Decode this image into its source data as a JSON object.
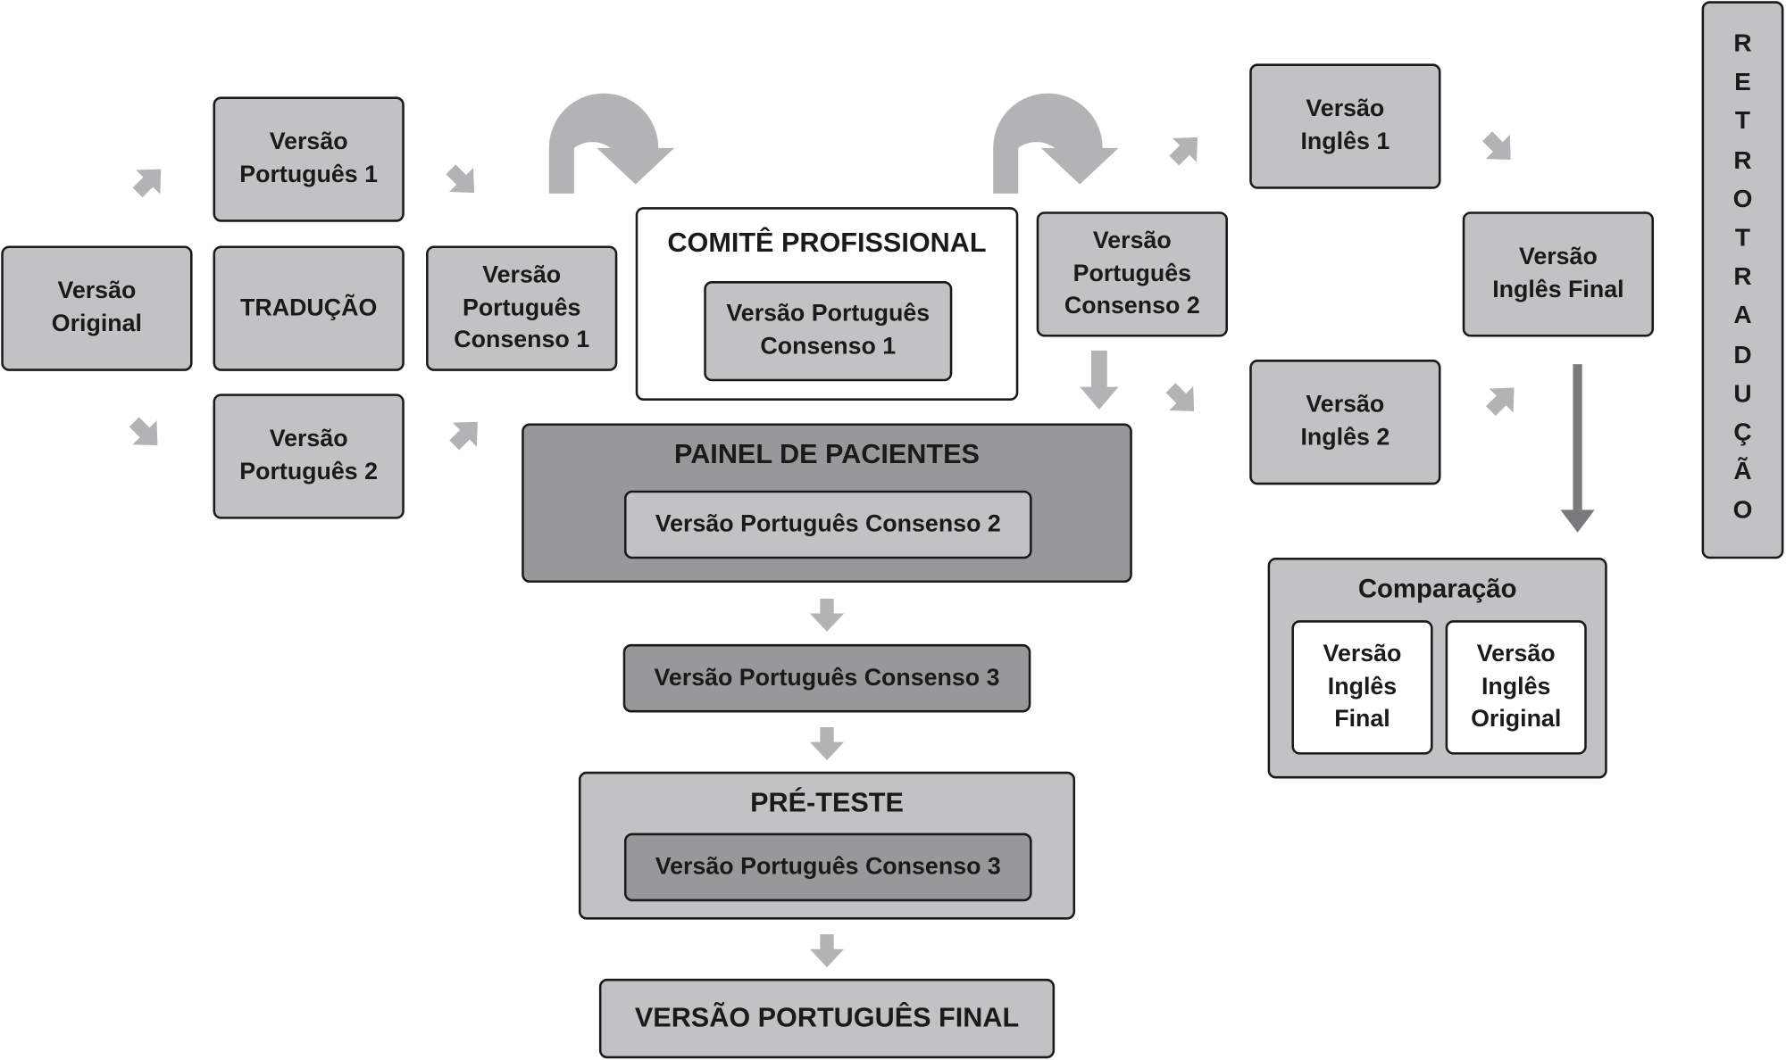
{
  "boxes": {
    "versao_original": "Versão\nOriginal",
    "traducao": "TRADUÇÃO",
    "versao_portugues_1": "Versão\nPortuguês 1",
    "versao_portugues_2": "Versão\nPortuguês 2",
    "versao_portugues_consenso_1": "Versão\nPortuguês\nConsenso 1",
    "versao_portugues_consenso_2": "Versão\nPortuguês\nConsenso 2",
    "versao_ingles_1": "Versão\nInglês 1",
    "versao_ingles_2": "Versão\nInglês 2",
    "versao_ingles_final": "Versão\nInglês Final",
    "versao_consenso_3": "Versão Português Consenso 3",
    "versao_portugues_final": "VERSÃO PORTUGUÊS FINAL"
  },
  "comite": {
    "title": "COMITÊ PROFISSIONAL",
    "inner": "Versão Português\nConsenso 1"
  },
  "painel": {
    "title": "PAINEL DE PACIENTES",
    "inner": "Versão Português Consenso 2"
  },
  "pre_teste": {
    "title": "PRÉ-TESTE",
    "inner": "Versão Português Consenso 3"
  },
  "comparacao": {
    "title": "Comparação",
    "left": "Versão\nInglês\nFinal",
    "right": "Versão\nInglês\nOriginal"
  },
  "retroducao": {
    "letters": [
      "R",
      "E",
      "T",
      "R",
      "O",
      "T",
      "R",
      "A",
      "D",
      "U",
      "Ç",
      "Ã",
      "O"
    ]
  },
  "colors": {
    "light_box": "#c2c2c4",
    "dark_box": "#98989b",
    "arrow": "#b3b3b5",
    "border": "#1a1a1a"
  }
}
